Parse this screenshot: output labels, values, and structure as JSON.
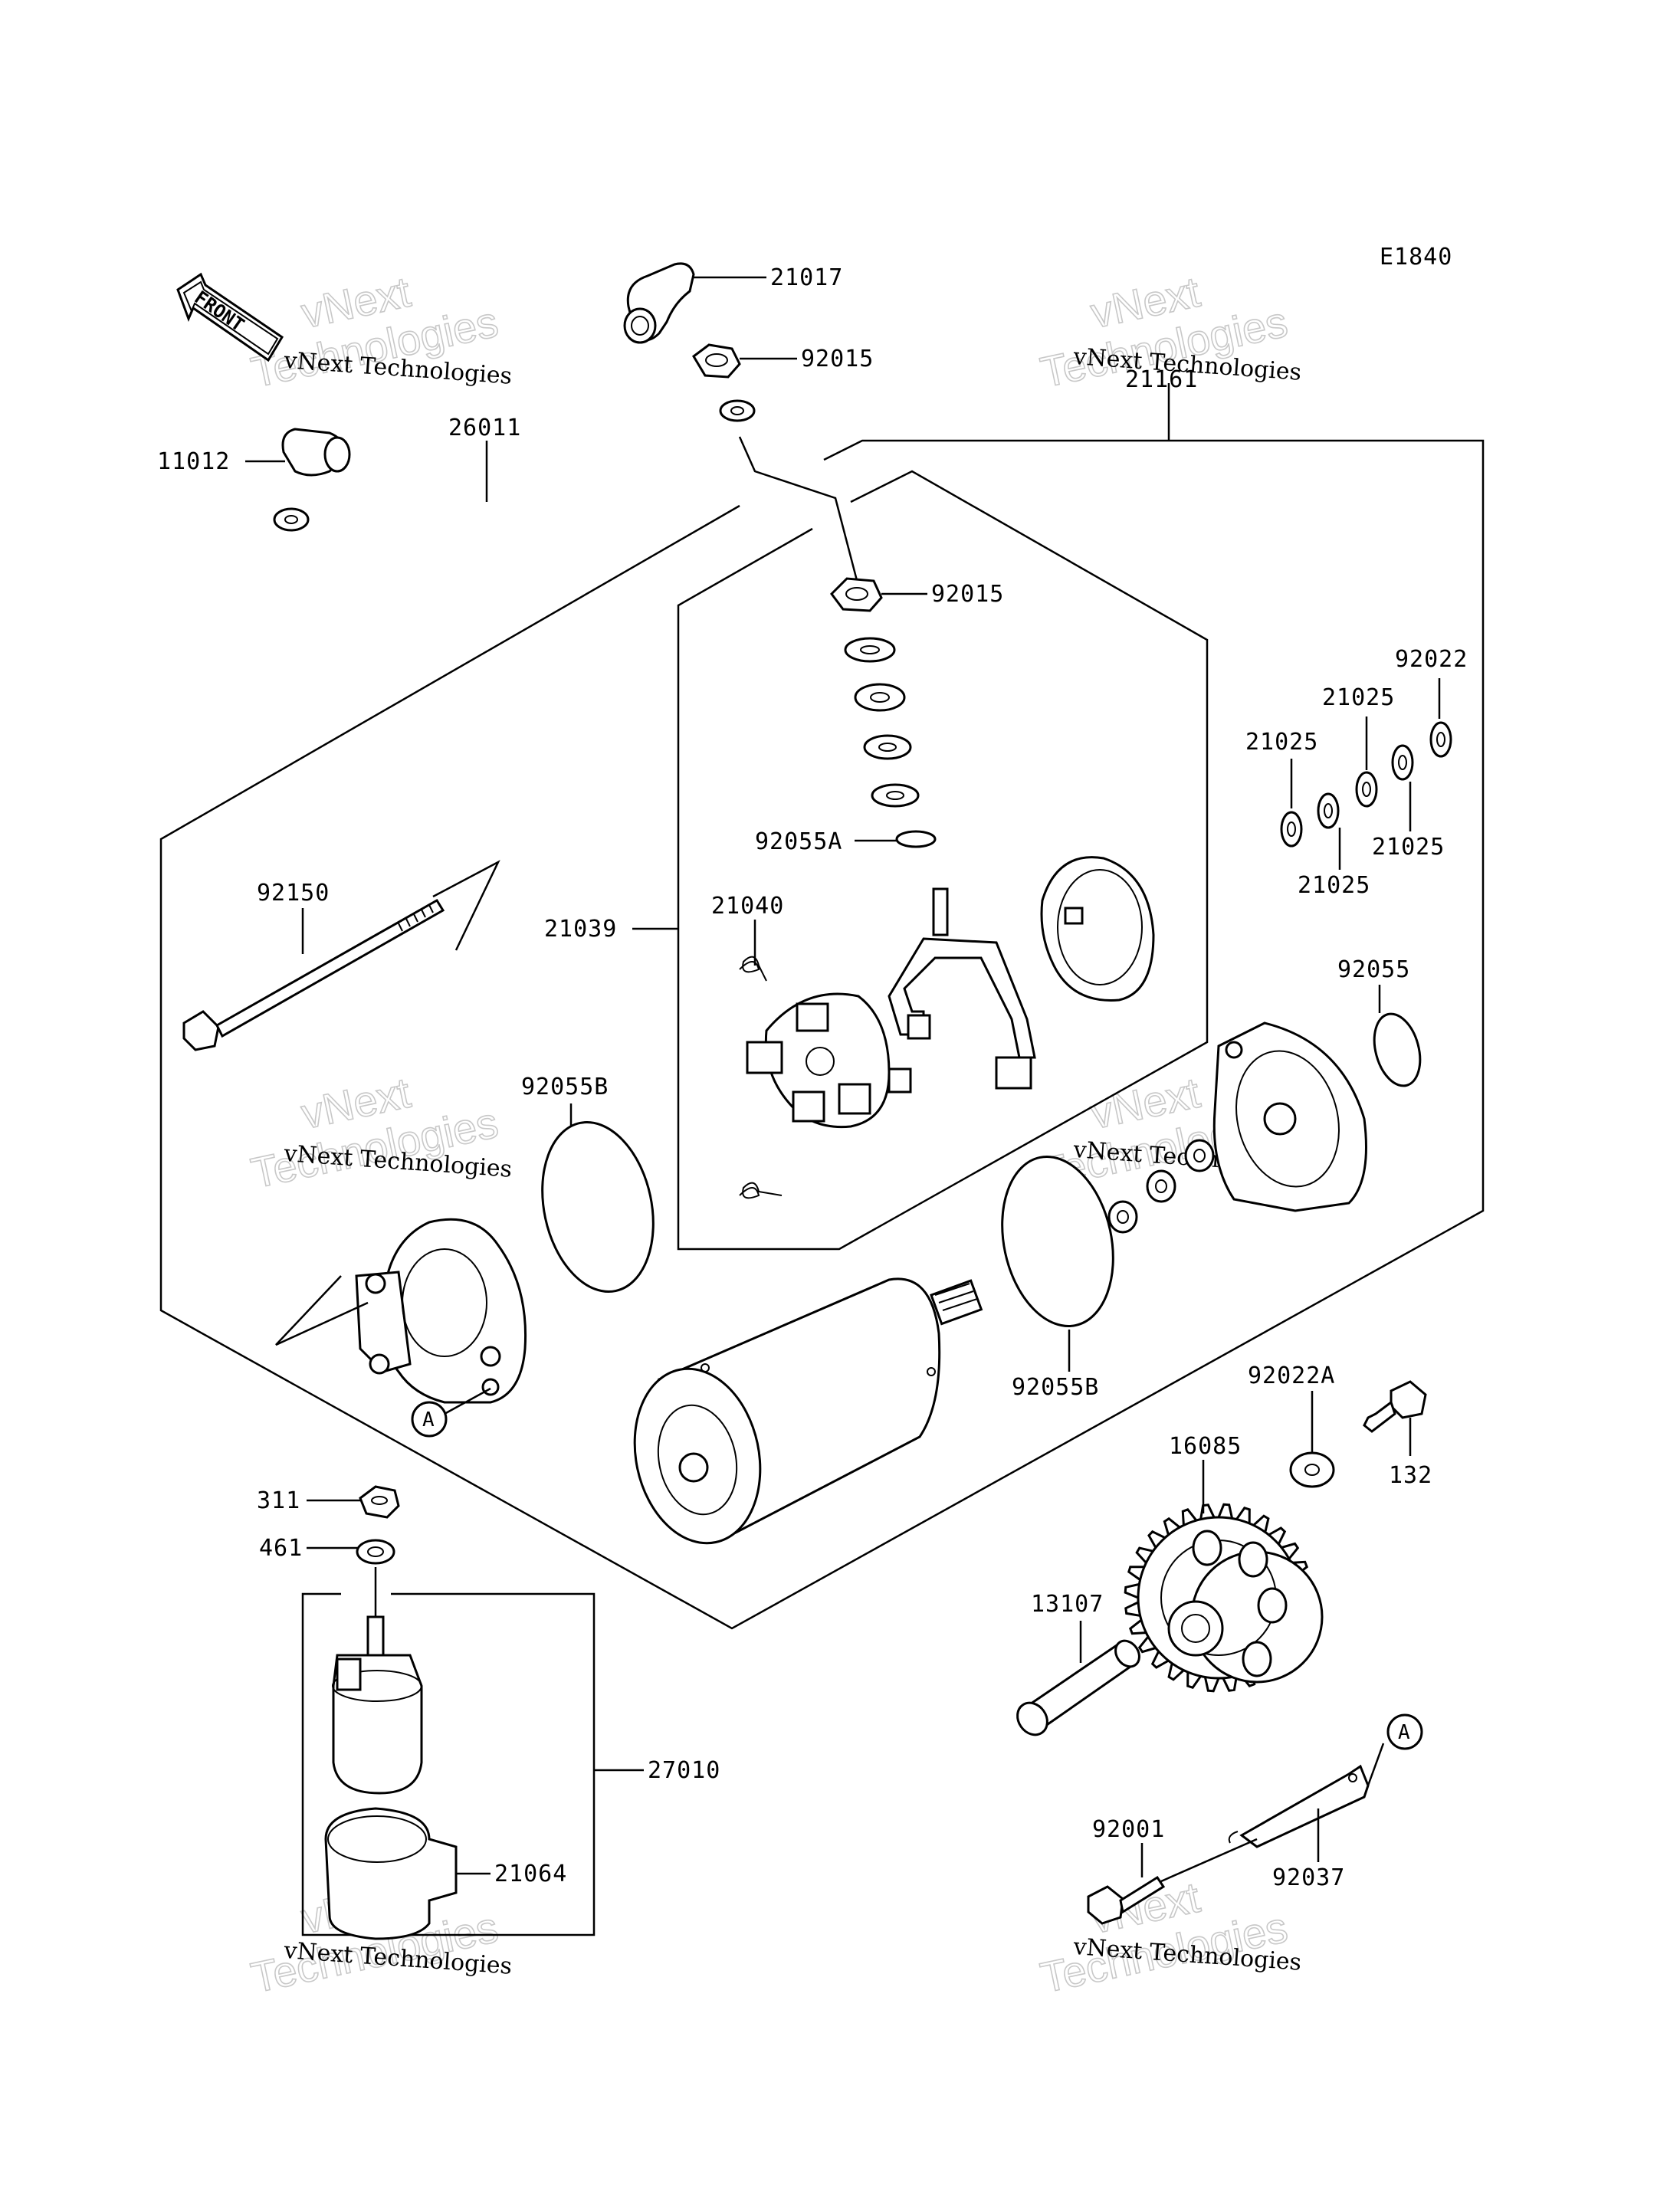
{
  "diagram_code": "E1840",
  "front_label": "FRONT",
  "watermarks": [
    {
      "line1": "vNext",
      "line2": "Technologies",
      "caption": "vNext Technologies"
    },
    {
      "line1": "vNext",
      "line2": "Technologies",
      "caption": "vNext Technologies"
    },
    {
      "line1": "vNext",
      "line2": "Technologies",
      "caption": "vNext Technologies"
    },
    {
      "line1": "vNext",
      "line2": "Technologies",
      "caption": "vNext Technologies"
    },
    {
      "line1": "vNext",
      "line2": "Technologies",
      "caption": "vNext Technologies"
    },
    {
      "line1": "vNext",
      "line2": "Technologies",
      "caption": "vNext Technologies"
    }
  ],
  "callouts": [
    "21017",
    "92015",
    "11012",
    "26011",
    "21161",
    "92015",
    "92022",
    "21025",
    "21025",
    "21025",
    "21025",
    "92055A",
    "21039",
    "21040",
    "92150",
    "92055",
    "92055B",
    "92055B",
    "92022A",
    "132",
    "16085",
    "311",
    "461",
    "13107",
    "27010",
    "92001",
    "92037",
    "21064"
  ],
  "reference_markers": [
    "A",
    "A"
  ]
}
